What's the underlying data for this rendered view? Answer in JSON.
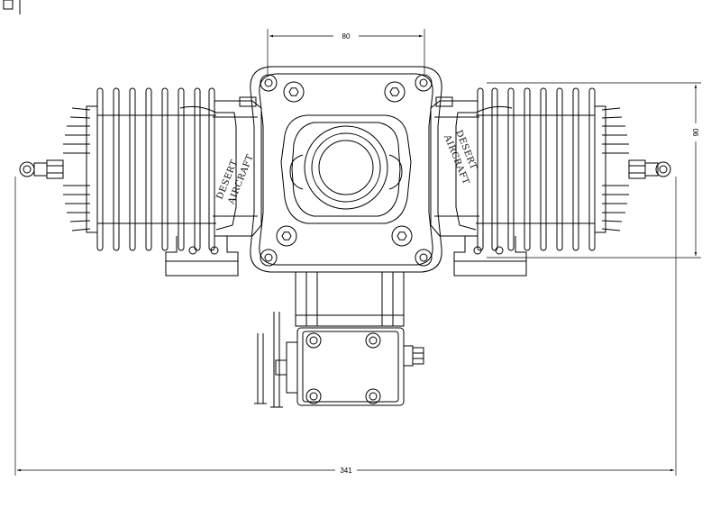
{
  "drawing": {
    "dimensions": {
      "top_width": "80",
      "right_height": "90",
      "overall_width": "341"
    },
    "brand_left": {
      "line1": "DESERT",
      "line2": "AIRCRAFT"
    },
    "brand_right": {
      "line1": "DESERT",
      "line2": "AIRCRAFT"
    }
  }
}
